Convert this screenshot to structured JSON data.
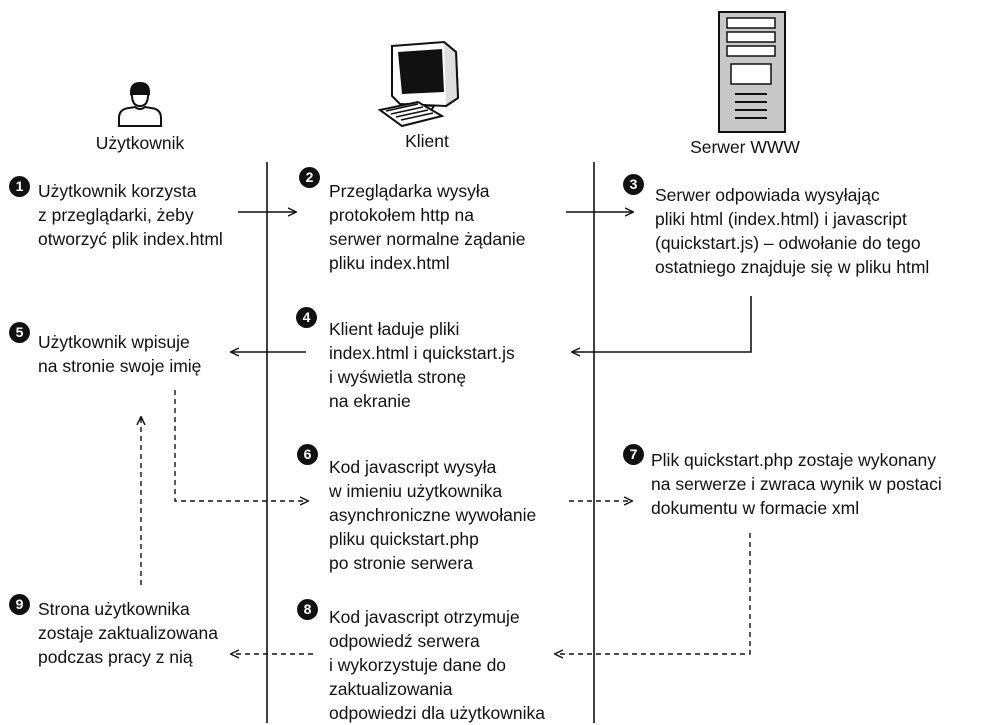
{
  "actors": {
    "user": {
      "label": "Użytkownik",
      "icon": "user-icon"
    },
    "client": {
      "label": "Klient",
      "icon": "computer-icon"
    },
    "server": {
      "label": "Serwer WWW",
      "icon": "server-tower-icon"
    }
  },
  "steps": [
    {
      "num": "1",
      "lines": [
        "Użytkownik korzysta",
        "z przeglądarki, żeby",
        "otworzyć plik index.html"
      ]
    },
    {
      "num": "2",
      "lines": [
        "Przeglądarka wysyła",
        "protokołem http na",
        "serwer normalne żądanie",
        "pliku index.html"
      ]
    },
    {
      "num": "3",
      "lines": [
        "Serwer odpowiada wysyłając",
        "pliki html (index.html) i javascript",
        "(quickstart.js) – odwołanie do tego",
        "ostatniego znajduje się w pliku html"
      ]
    },
    {
      "num": "4",
      "lines": [
        "Klient ładuje pliki",
        "index.html i quickstart.js",
        "i wyświetla stronę",
        "na ekranie"
      ]
    },
    {
      "num": "5",
      "lines": [
        "Użytkownik wpisuje",
        "na stronie swoje imię"
      ]
    },
    {
      "num": "6",
      "lines": [
        "Kod javascript wysyła",
        "w imieniu użytkownika",
        "asynchroniczne wywołanie",
        "pliku quickstart.php",
        "po stronie serwera"
      ]
    },
    {
      "num": "7",
      "lines": [
        "Plik quickstart.php zostaje wykonany",
        "na serwerze i zwraca wynik w postaci",
        "dokumentu w formacie xml"
      ]
    },
    {
      "num": "8",
      "lines": [
        "Kod javascript otrzymuje",
        "odpowiedź serwera",
        "i wykorzystuje dane do",
        "zaktualizowania",
        "odpowiedzi dla użytkownika"
      ]
    },
    {
      "num": "9",
      "lines": [
        "Strona użytkownika",
        "zostaje zaktualizowana",
        "podczas pracy z nią"
      ]
    }
  ]
}
